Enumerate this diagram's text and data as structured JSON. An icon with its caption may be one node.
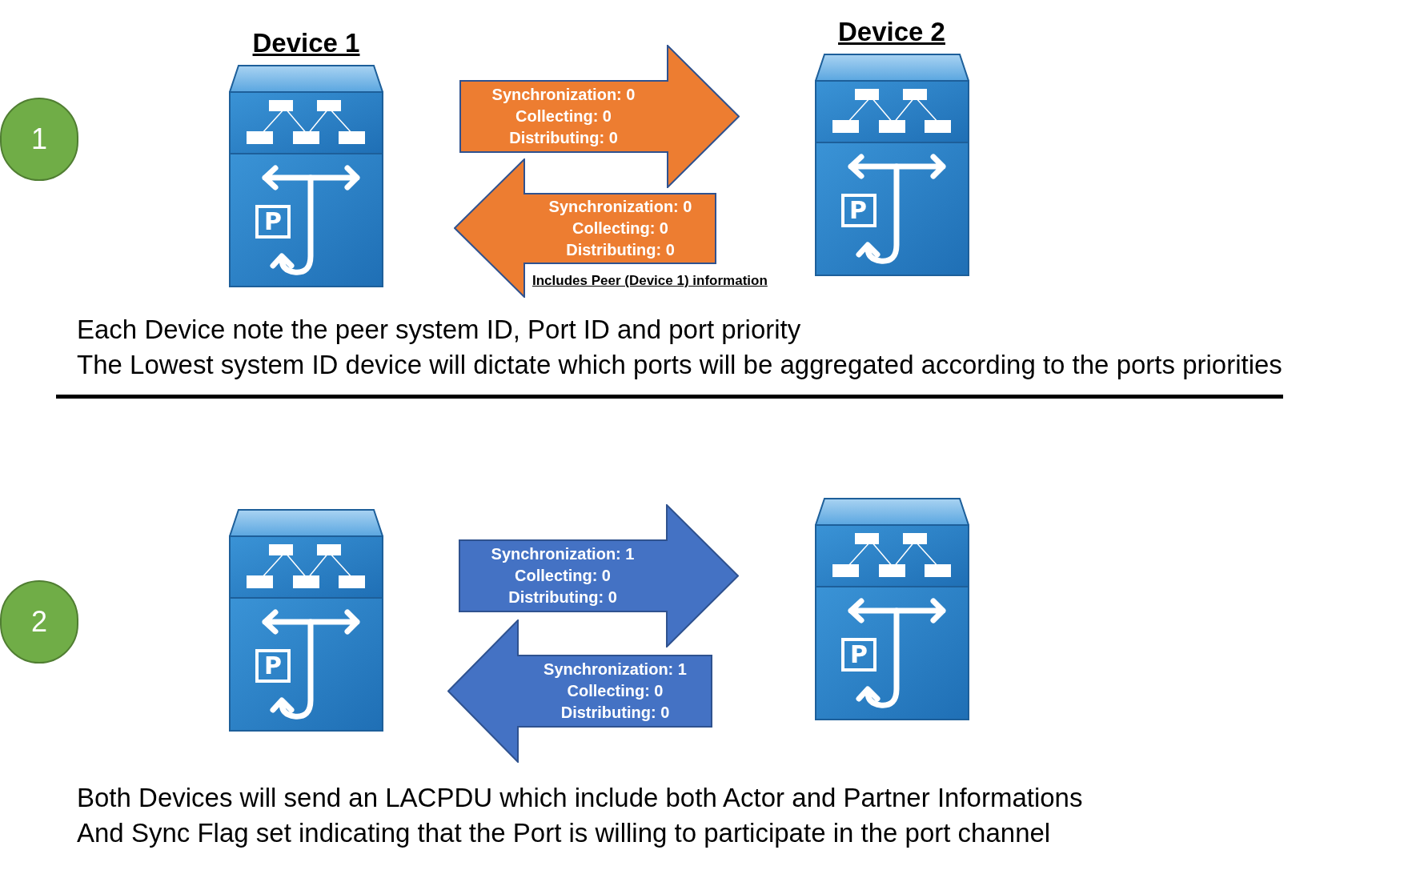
{
  "diagram": {
    "nodes": [
      {
        "text": [
          "1"
        ]
      },
      {
        "text": [
          "Device 1"
        ]
      },
      {
        "text": [
          "Synchronization: 0",
          "Collecting: 0",
          "Distributing: 0"
        ]
      },
      {
        "text": [
          "Device 2"
        ]
      },
      {
        "text": [
          "Synchronization: 0",
          "Collecting: 0",
          "Distributing: 0"
        ],
        "beside": [
          "Includes Peer (Device 1) information"
        ]
      },
      {
        "text": [
          "2"
        ]
      },
      {
        "text": [],
        "shape": "picture"
      },
      {
        "text": [
          "Synchronization: 1",
          "Collecting: 0",
          "Distributing: 0"
        ]
      },
      {
        "text": [],
        "shape": "picture"
      },
      {
        "text": [
          "Synchronization: 1",
          "Collecting: 0",
          "Distributing: 0"
        ]
      }
    ],
    "labels": [
      "P",
      "P",
      "Each Device note the peer system ID, Port ID and port priority",
      "The Lowest system ID device will dictate which ports will be aggregated according to the ports priorities",
      "P",
      "P",
      "Both Devices will send an LACPDU which include both Actor and Partner Informations",
      "And Sync Flag set indicating that the Port is willing to participate in the port channel"
    ]
  }
}
